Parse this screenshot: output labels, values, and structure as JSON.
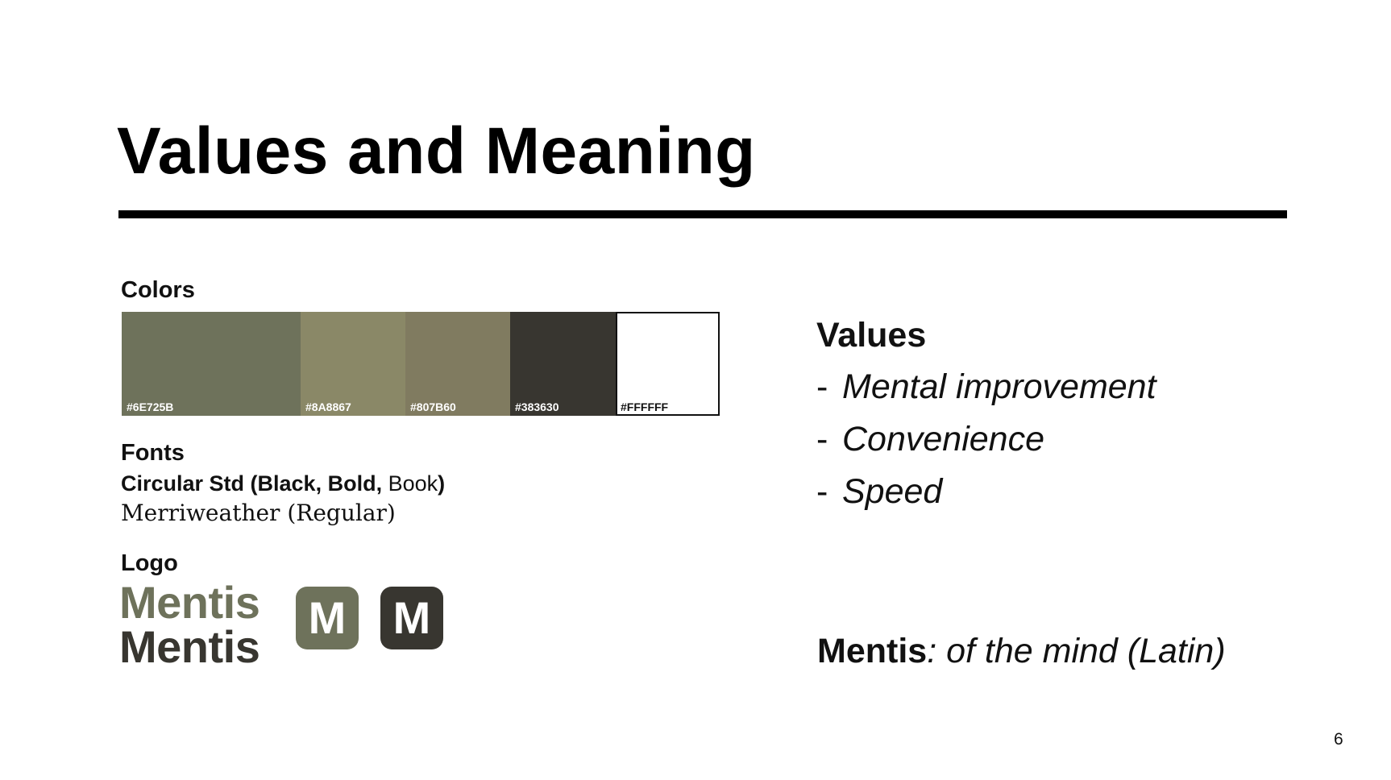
{
  "slide": {
    "title": "Values and Meaning",
    "page_number": "6"
  },
  "colors": {
    "label": "Colors",
    "swatches": [
      {
        "hex": "#6E725B",
        "label": "#6E725B"
      },
      {
        "hex": "#8A8867",
        "label": "#8A8867"
      },
      {
        "hex": "#807B60",
        "label": "#807B60"
      },
      {
        "hex": "#383630",
        "label": "#383630"
      },
      {
        "hex": "#FFFFFF",
        "label": "#FFFFFF"
      }
    ]
  },
  "fonts": {
    "label": "Fonts",
    "primary_name": "Circular Std (Black, Bold,",
    "primary_book": "Book",
    "primary_close": ")",
    "secondary": "Merriweather (Regular)"
  },
  "logo": {
    "label": "Logo",
    "wordmark": "Mentis",
    "monogram": "M",
    "colors": {
      "primary": "#6E725B",
      "dark": "#383630"
    }
  },
  "values": {
    "heading": "Values",
    "items": [
      "Mental improvement",
      "Convenience",
      "Speed"
    ],
    "bullet": "-"
  },
  "meaning": {
    "word": "Mentis",
    "separator": ":",
    "definition": "of the mind (Latin)"
  }
}
